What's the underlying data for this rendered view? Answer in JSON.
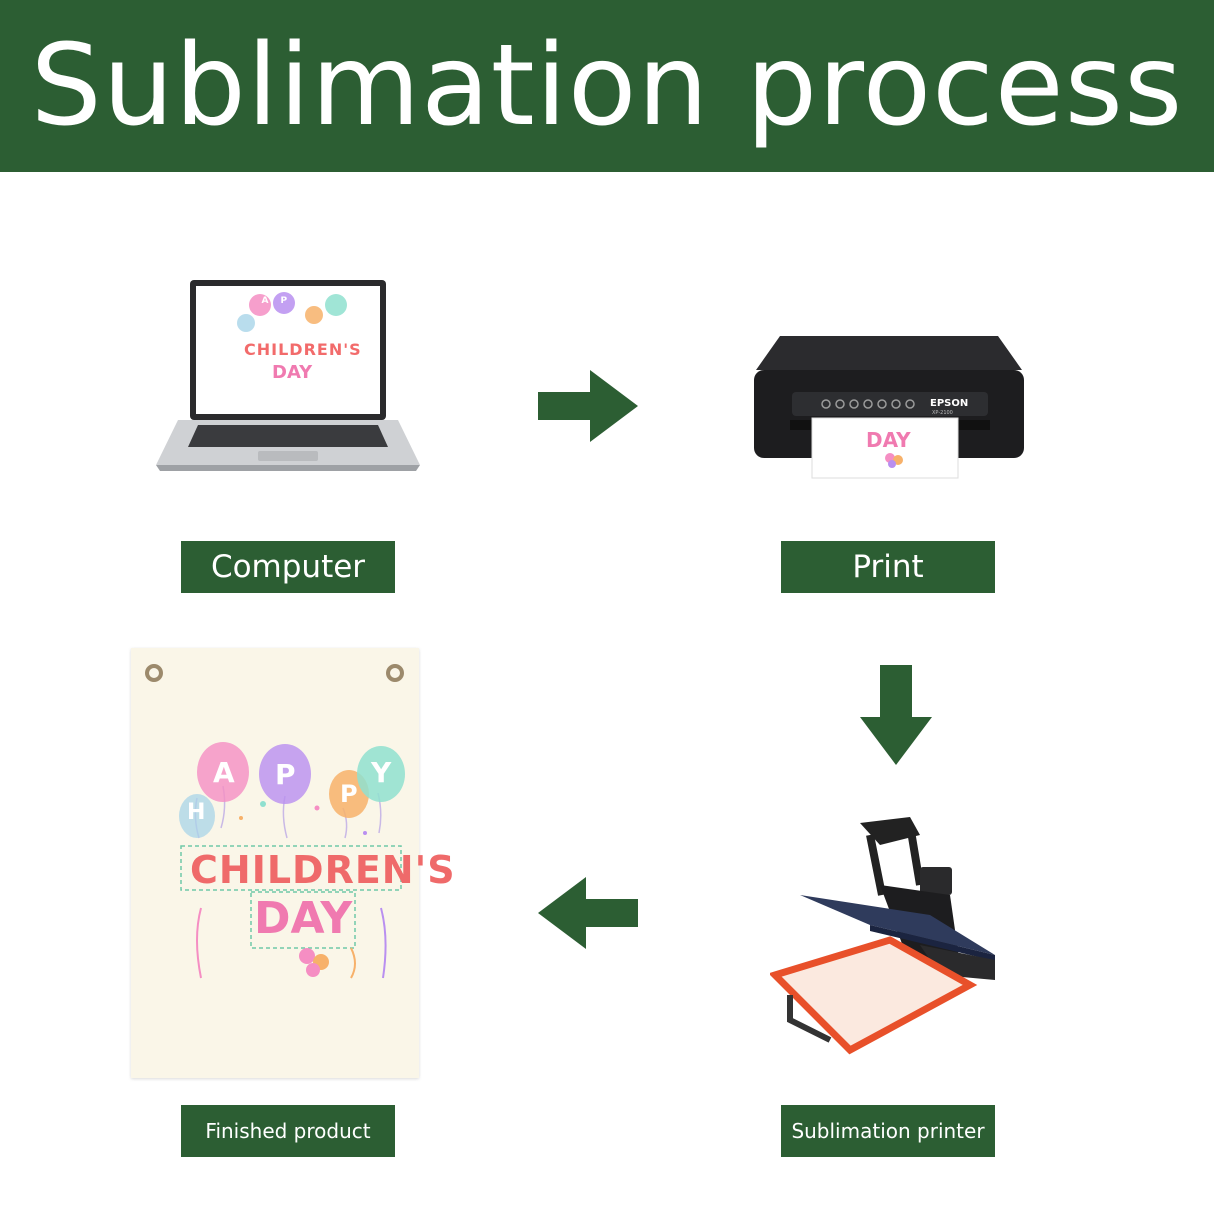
{
  "header": {
    "title": "Sublimation process"
  },
  "steps": {
    "computer": {
      "label": "Computer"
    },
    "print": {
      "label": "Print"
    },
    "press": {
      "label": "Sublimation printer"
    },
    "finished": {
      "label": "Finished product"
    }
  },
  "printer": {
    "brand": "EPSON",
    "model": "XP-2100"
  },
  "artwork": {
    "balloon_letters": [
      "H",
      "A",
      "P",
      "P",
      "Y"
    ],
    "line1": "CHILDREN'S",
    "line2": "DAY"
  },
  "colors": {
    "brand_green": "#2c5e33",
    "printer_body": "#1d1d1f",
    "press_frame": "#e8502a",
    "canvas_cream": "#faf6e8"
  }
}
